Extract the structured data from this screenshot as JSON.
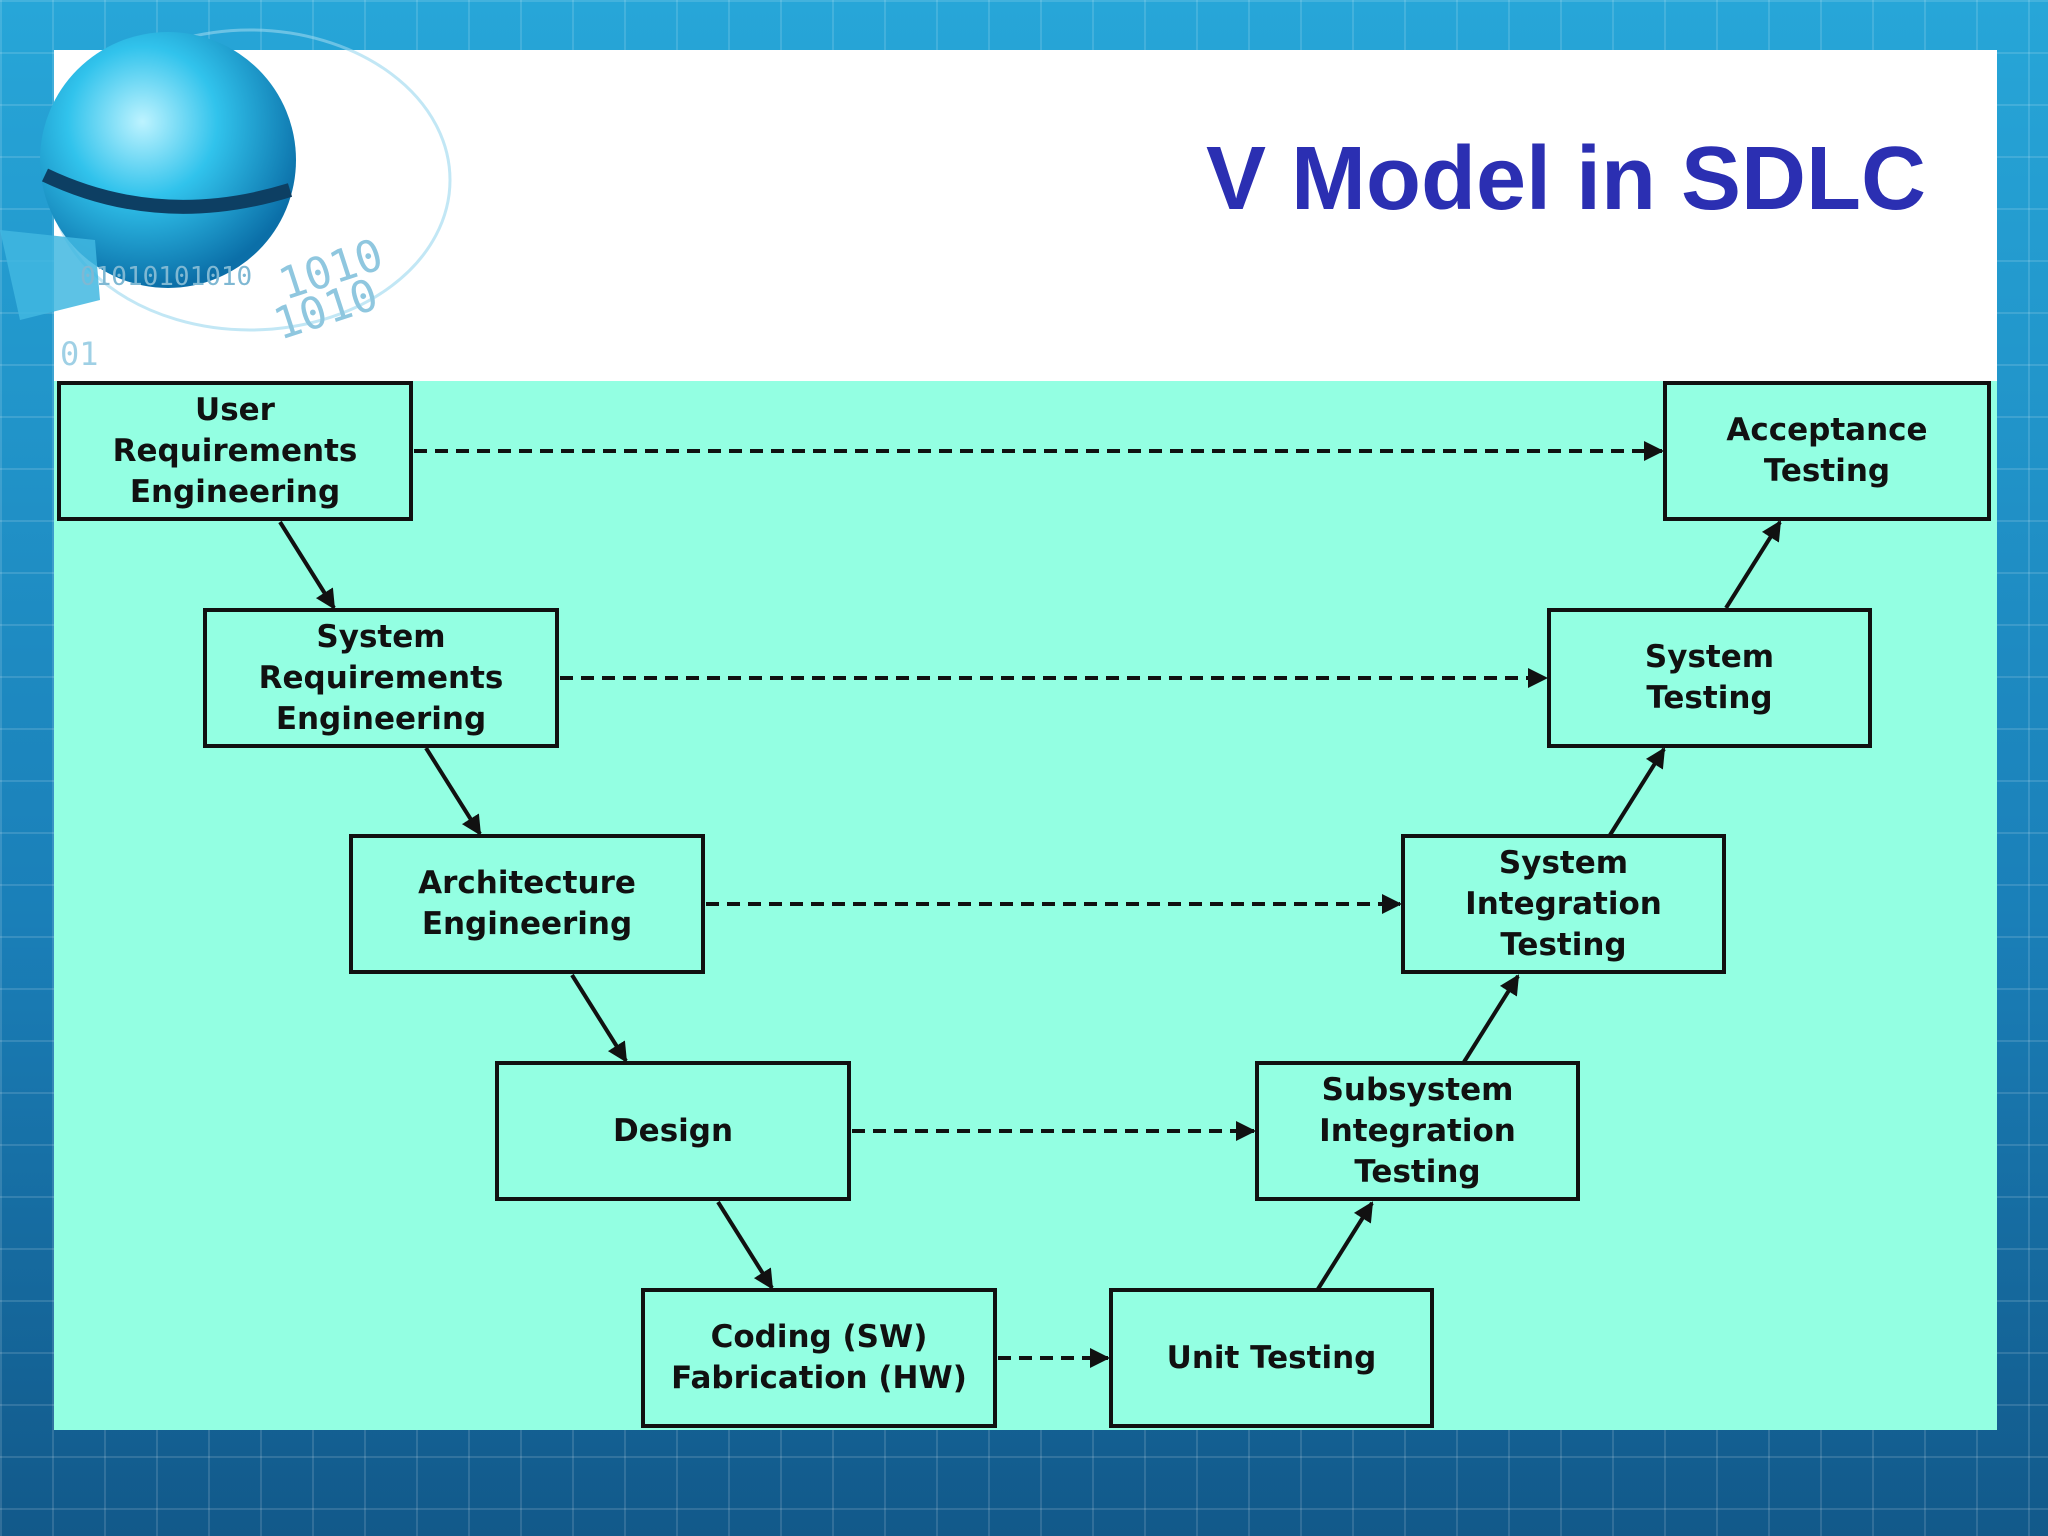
{
  "slide": {
    "title": "V Model in SDLC"
  },
  "logo": {
    "digits_a": "01010101010",
    "digits_b": "1010",
    "digits_c": "1010",
    "digits_d": "01"
  },
  "phases": {
    "user_req": "User\nRequirements\nEngineering",
    "system_req": "System\nRequirements\nEngineering",
    "architecture": "Architecture\nEngineering",
    "design": "Design",
    "coding": "Coding (SW)\nFabrication (HW)",
    "unit_testing": "Unit Testing",
    "subsystem_testing": "Subsystem\nIntegration\nTesting",
    "system_integration": "System\nIntegration\nTesting",
    "system_testing": "System\nTesting",
    "acceptance": "Acceptance\nTesting"
  },
  "colors": {
    "title": "#2b2fb2",
    "diagram_bg": "#93ffe2",
    "stroke": "#111111"
  }
}
